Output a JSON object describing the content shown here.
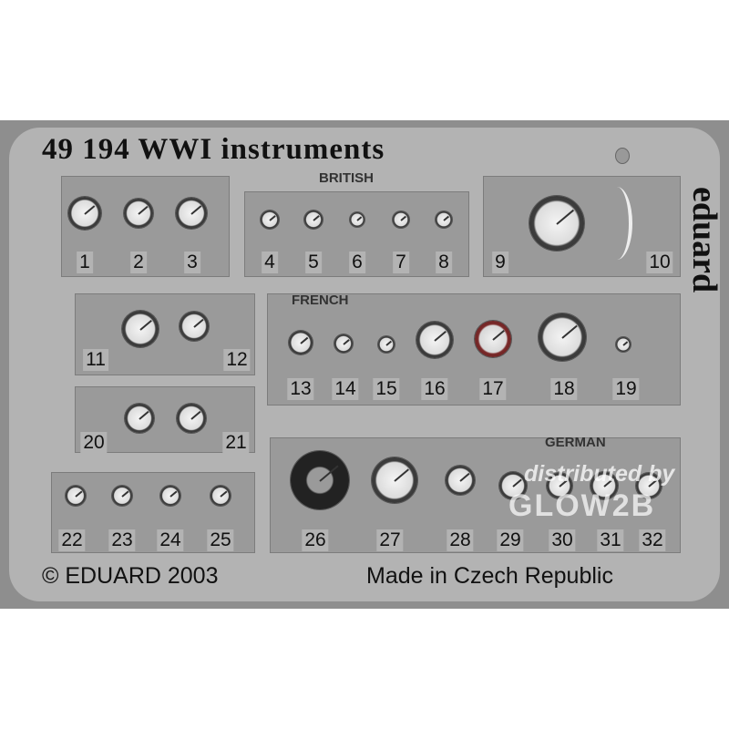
{
  "title": "49 194  WWI instruments",
  "sections": {
    "british": "BRITISH",
    "french": "FRENCH",
    "german": "GERMAN"
  },
  "brand": "eduard",
  "copyright": "© EDUARD 2003",
  "origin": "Made in Czech Republic",
  "watermark": {
    "line1": "distributed by",
    "line2": "GLOW2B"
  },
  "parts": [
    "1",
    "2",
    "3",
    "4",
    "5",
    "6",
    "7",
    "8",
    "9",
    "10",
    "11",
    "12",
    "13",
    "14",
    "15",
    "16",
    "17",
    "18",
    "19",
    "20",
    "21",
    "22",
    "23",
    "24",
    "25",
    "26",
    "27",
    "28",
    "29",
    "30",
    "31",
    "32"
  ]
}
